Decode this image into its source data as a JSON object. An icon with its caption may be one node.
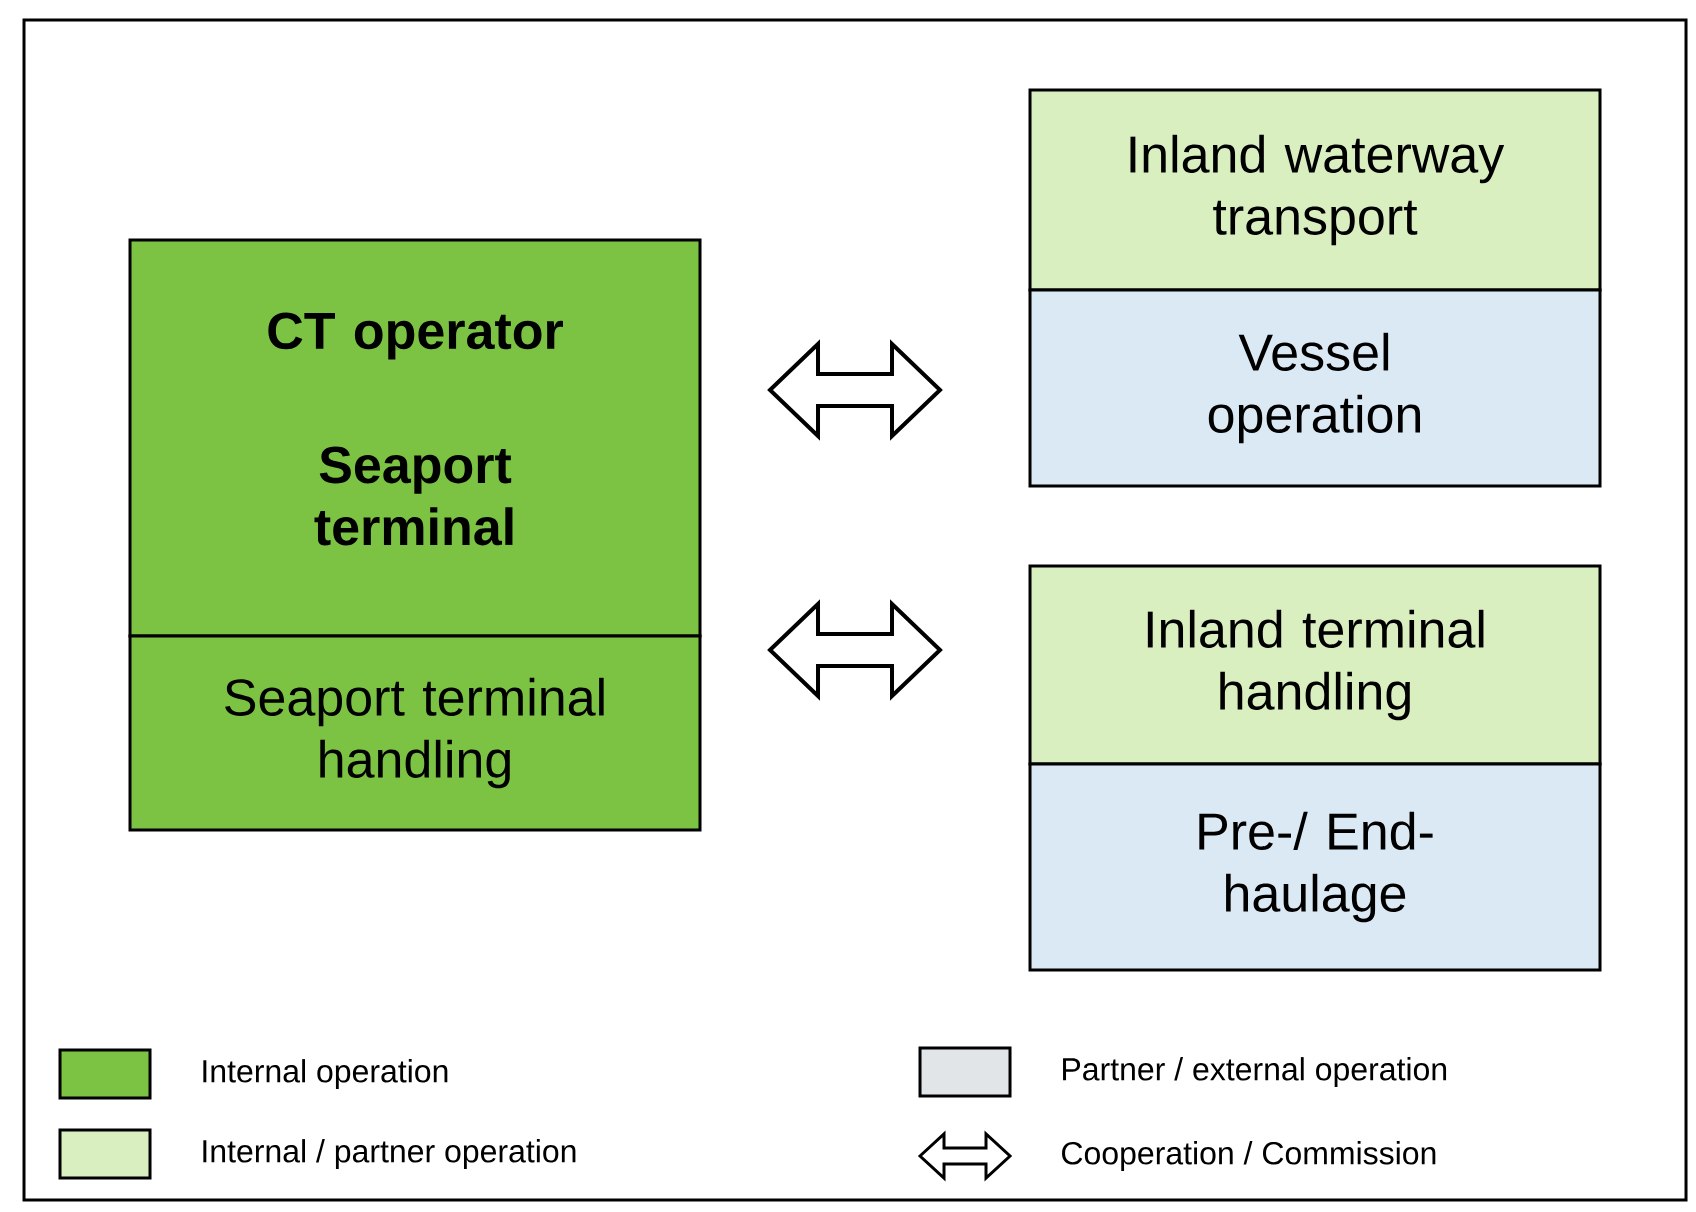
{
  "diagram": {
    "nodes": [
      {
        "text": [
          "CT operator",
          "Seaport terminal"
        ]
      },
      {
        "text": [
          "Seaport terminal handling"
        ]
      },
      {
        "text": [
          "Inland waterway transport"
        ]
      },
      {
        "text": [
          "Vessel operation"
        ]
      },
      {
        "text": [
          "Inland terminal handling"
        ]
      },
      {
        "text": [
          "Pre-/ End-haulage"
        ]
      }
    ],
    "edges": [
      {
        "from": 0,
        "to": 3,
        "arrow": "both"
      },
      {
        "from": 1,
        "to": 4,
        "arrow": "both"
      }
    ],
    "legend": [
      {
        "text": "Internal operation",
        "color": "#7cc243"
      },
      {
        "text": "Internal / partner operation",
        "color": "#d9efc0"
      },
      {
        "text": "Partner / external operation",
        "color": "#e2e5e8"
      },
      {
        "text": "Cooperation / Commission"
      }
    ]
  }
}
